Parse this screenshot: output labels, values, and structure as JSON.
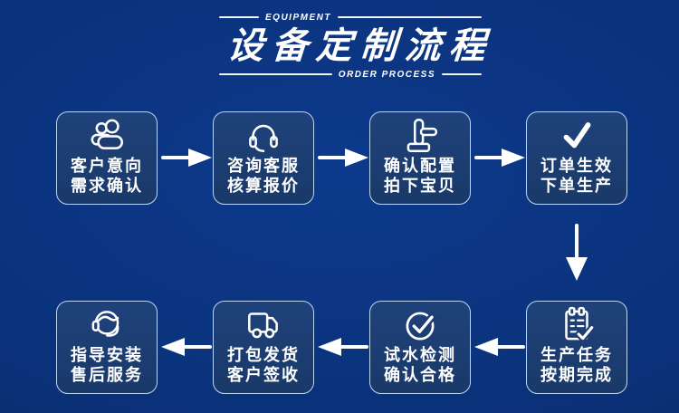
{
  "header": {
    "top_label": "EQUIPMENT",
    "title": "设备定制流程",
    "bottom_label": "ORDER PROCESS"
  },
  "colors": {
    "background_center": "#0d3a8c",
    "background_edge": "#072459",
    "card_fill": "#1d3c72",
    "card_border": "#bdd7f2",
    "text": "#ffffff",
    "arrow": "#ffffff"
  },
  "steps": [
    {
      "icon": "users-icon",
      "line1": "客户意向",
      "line2": "需求确认"
    },
    {
      "icon": "headset-icon",
      "line1": "咨询客服",
      "line2": "核算报价"
    },
    {
      "icon": "gavel-icon",
      "line1": "确认配置",
      "line2": "拍下宝贝"
    },
    {
      "icon": "check-icon",
      "line1": "订单生效",
      "line2": "下单生产"
    },
    {
      "icon": "task-list-icon",
      "line1": "生产任务",
      "line2": "按期完成"
    },
    {
      "icon": "circle-check-icon",
      "line1": "试水检测",
      "line2": "确认合格"
    },
    {
      "icon": "truck-icon",
      "line1": "打包发货",
      "line2": "客户签收"
    },
    {
      "icon": "support-agent-icon",
      "line1": "指导安装",
      "line2": "售后服务"
    }
  ]
}
